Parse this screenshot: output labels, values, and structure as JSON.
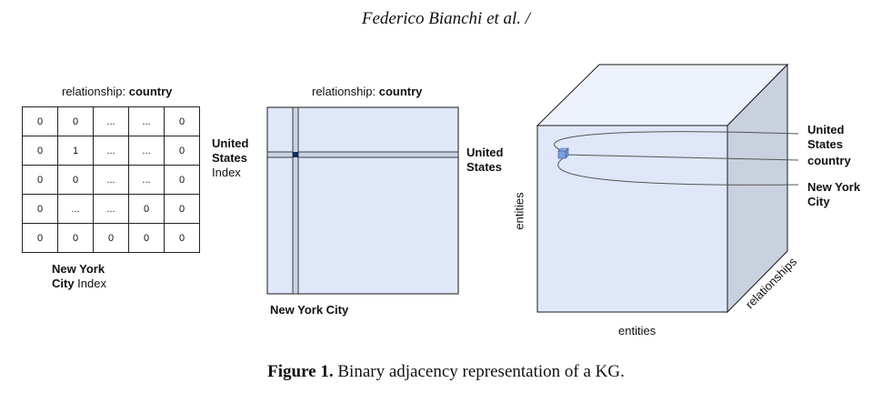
{
  "header": {
    "authors": "Federico Bianchi et al. /"
  },
  "panel_left": {
    "title_prefix": "relationship: ",
    "title_bold": "country",
    "matrix": [
      [
        "0",
        "0",
        "...",
        "...",
        "0"
      ],
      [
        "0",
        "1",
        "...",
        "...",
        "0"
      ],
      [
        "0",
        "0",
        "...",
        "...",
        "0"
      ],
      [
        "0",
        "...",
        "...",
        "0",
        "0"
      ],
      [
        "0",
        "0",
        "0",
        "0",
        "0"
      ]
    ],
    "row_label_line1": "United",
    "row_label_line2": "States",
    "row_label_line3": "Index",
    "col_label_line1": "New York",
    "col_label_city": "City",
    "col_label_index": " Index"
  },
  "panel_middle": {
    "title_prefix": "relationship: ",
    "title_bold": "country",
    "row_label_line1": "United",
    "row_label_line2": "States",
    "col_label": "New York City"
  },
  "panel_right": {
    "label_us_line1": "United",
    "label_us_line2": "States",
    "label_country": "country",
    "label_nyc_line1": "New York",
    "label_nyc_line2": "City",
    "axis_vertical": "entities",
    "axis_bottom": "entities",
    "axis_depth": "relationships"
  },
  "caption": {
    "label": "Figure 1.",
    "text": "  Binary adjacency representation of a KG."
  },
  "colors": {
    "matrix_fill": "#dfe7f8",
    "cube_front": "#dfe7f8",
    "cube_top": "#eef2fb",
    "cube_side": "#c9d0de",
    "highlight": "#0b2f5e",
    "line": "#1a1a1a"
  }
}
